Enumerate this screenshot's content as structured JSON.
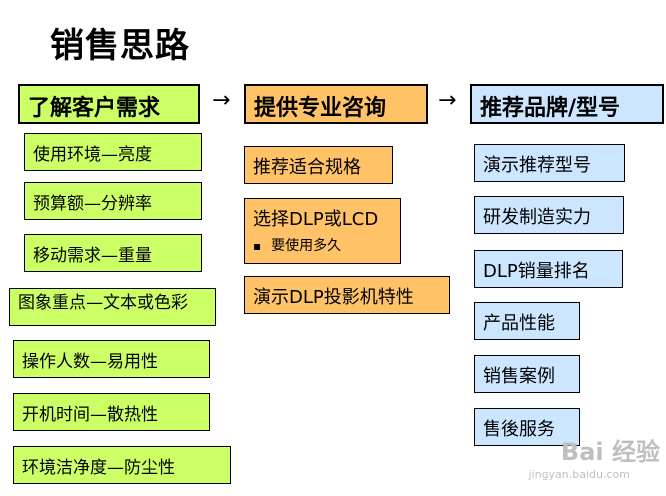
{
  "title": "销售思路",
  "headers": [
    "了解客户需求",
    "提供专业咨询",
    "推荐品牌/型号"
  ],
  "arrow": "→",
  "col1": [
    "使用环境—亮度",
    "预算额—分辨率",
    "移动需求—重量",
    "图象重点—文本或色彩",
    "操作人数—易用性",
    "开机时间—散热性",
    "环境洁净度—防尘性"
  ],
  "col2": {
    "item1": "推荐适合规格",
    "item2": "选择DLP或LCD",
    "item2_sub": "要使用多久",
    "item3": "演示DLP投影机特性"
  },
  "col3": [
    "演示推荐型号",
    "研发制造实力",
    "DLP销量排名",
    "产品性能",
    "销售案例",
    "售後服务"
  ],
  "watermark": {
    "brand": "Bai 经验",
    "url": "jingyan.baidu.com"
  },
  "colors": {
    "green": "#ccff66",
    "orange": "#ffc266",
    "blue": "#cce6ff"
  }
}
